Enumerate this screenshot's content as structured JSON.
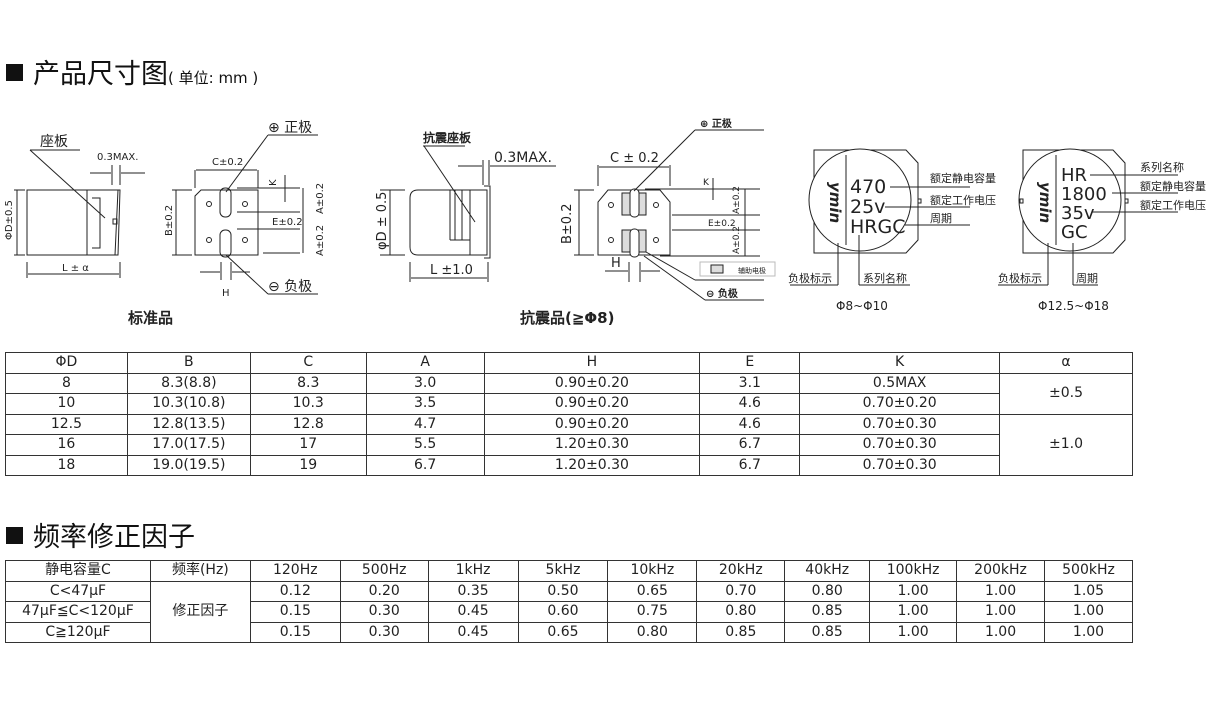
{
  "section1": {
    "title": "产品尺寸图",
    "unit": "( 单位: mm )"
  },
  "diagram_standard": {
    "seat_label": "座板",
    "max_label": "0.3MAX.",
    "diameter_label": "ΦD±0.5",
    "length_label": "L ± α",
    "c_label": "C±0.2",
    "b_label": "B±0.2",
    "a_label": "A±0.2",
    "e_label": "E±0.2",
    "k_label": "K",
    "h_label": "H",
    "positive_label": "⊕ 正极",
    "negative_label": "⊖ 负极",
    "caption": "标准品"
  },
  "diagram_antivibration": {
    "seat_label": "抗震座板",
    "max_label": "0.3MAX.",
    "diameter_label": "φD ± 0.5",
    "length_label": "L ±1.0",
    "c_label": "C ± 0.2",
    "b_label": "B±0.2",
    "a_label": "A±0.2",
    "e_label": "E±0.2",
    "k_label": "K",
    "h_label": "H",
    "positive_label": "⊕ 正极",
    "negative_label": "⊖ 负极",
    "aux_label": "辅助电极",
    "caption": "抗震品(≧Φ8)"
  },
  "marking_small": {
    "logo": "ymin",
    "lines": [
      "470",
      "25v",
      "HRGC"
    ],
    "labels": {
      "capacitance": "额定静电容量",
      "voltage": "额定工作电压",
      "period": "周期",
      "negative": "负极标示",
      "series": "系列名称"
    },
    "caption": "Φ8~Φ10"
  },
  "marking_large": {
    "logo": "ymin",
    "lines": [
      "HR",
      "1800",
      "35v",
      "GC"
    ],
    "labels": {
      "series": "系列名称",
      "capacitance": "额定静电容量",
      "voltage": "额定工作电压",
      "negative": "负极标示",
      "period": "周期"
    },
    "caption": "Φ12.5~Φ18"
  },
  "dimension_table": {
    "headers": [
      "ΦD",
      "B",
      "C",
      "A",
      "H",
      "E",
      "K",
      "α"
    ],
    "rows": [
      [
        "8",
        "8.3(8.8)",
        "8.3",
        "3.0",
        "0.90±0.20",
        "3.1",
        "0.5MAX"
      ],
      [
        "10",
        "10.3(10.8)",
        "10.3",
        "3.5",
        "0.90±0.20",
        "4.6",
        "0.70±0.20"
      ],
      [
        "12.5",
        "12.8(13.5)",
        "12.8",
        "4.7",
        "0.90±0.20",
        "4.6",
        "0.70±0.30"
      ],
      [
        "16",
        "17.0(17.5)",
        "17",
        "5.5",
        "1.20±0.30",
        "6.7",
        "0.70±0.30"
      ],
      [
        "18",
        "19.0(19.5)",
        "19",
        "6.7",
        "1.20±0.30",
        "6.7",
        "0.70±0.30"
      ]
    ],
    "alpha": [
      "±0.5",
      "±1.0"
    ]
  },
  "section2": {
    "title": "频率修正因子"
  },
  "frequency_table": {
    "headers": [
      "静电容量C",
      "频率(Hz)",
      "120Hz",
      "500Hz",
      "1kHz",
      "5kHz",
      "10kHz",
      "20kHz",
      "40kHz",
      "100kHz",
      "200kHz",
      "500kHz"
    ],
    "factor_label": "修正因子",
    "rows": [
      {
        "cap": "C<47μF",
        "values": [
          "0.12",
          "0.20",
          "0.35",
          "0.50",
          "0.65",
          "0.70",
          "0.80",
          "1.00",
          "1.00",
          "1.05"
        ]
      },
      {
        "cap": "47μF≦C<120μF",
        "values": [
          "0.15",
          "0.30",
          "0.45",
          "0.60",
          "0.75",
          "0.80",
          "0.85",
          "1.00",
          "1.00",
          "1.00"
        ]
      },
      {
        "cap": "C≧120μF",
        "values": [
          "0.15",
          "0.30",
          "0.45",
          "0.65",
          "0.80",
          "0.85",
          "0.85",
          "1.00",
          "1.00",
          "1.00"
        ]
      }
    ]
  }
}
